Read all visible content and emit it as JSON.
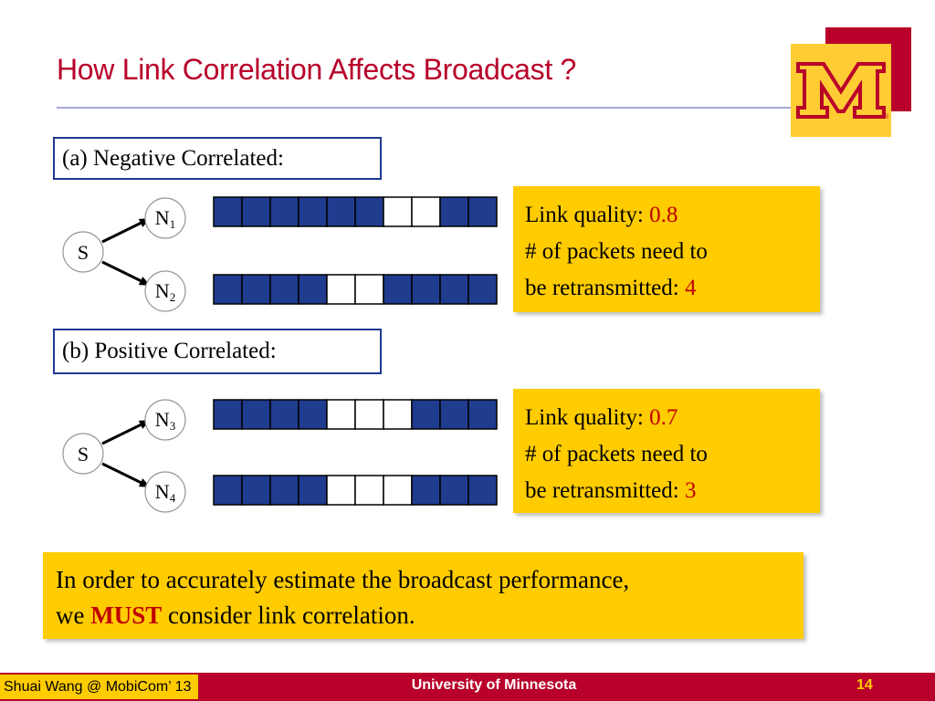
{
  "slide": {
    "title": "How Link Correlation Affects Broadcast ?"
  },
  "logo": {
    "icon": "university-m-logo",
    "colors": {
      "maroon": "#b8002a",
      "gold": "#ffcc33"
    }
  },
  "case_a": {
    "label": "(a) Negative Correlated:",
    "source": "S",
    "nodes": [
      {
        "name": "N",
        "sub": "1",
        "packets": [
          1,
          1,
          1,
          1,
          1,
          1,
          0,
          0,
          1,
          1
        ]
      },
      {
        "name": "N",
        "sub": "2",
        "packets": [
          1,
          1,
          1,
          1,
          0,
          0,
          1,
          1,
          1,
          1
        ]
      }
    ],
    "info": {
      "quality_label": "Link quality: ",
      "quality_value": "0.8",
      "line2": "# of packets need to",
      "line3": "be retransmitted: ",
      "retransmit_value": "4"
    }
  },
  "case_b": {
    "label": "(b) Positive Correlated:",
    "source": "S",
    "nodes": [
      {
        "name": "N",
        "sub": "3",
        "packets": [
          1,
          1,
          1,
          1,
          0,
          0,
          0,
          1,
          1,
          1
        ]
      },
      {
        "name": "N",
        "sub": "4",
        "packets": [
          1,
          1,
          1,
          1,
          0,
          0,
          0,
          1,
          1,
          1
        ]
      }
    ],
    "info": {
      "quality_label": "Link quality: ",
      "quality_value": "0.7",
      "line2": "# of packets need to",
      "line3": "be retransmitted: ",
      "retransmit_value": "3"
    }
  },
  "conclusion": {
    "line1": "In order to accurately estimate the broadcast performance,",
    "we": "we ",
    "must": "MUST",
    "rest": " consider link correlation."
  },
  "footer": {
    "author": "Shuai Wang @ MobiCom’ 13",
    "university": "University of Minnesota",
    "page": "14"
  },
  "colors": {
    "packet_received": "#1f3c8f",
    "packet_lost": "#ffffff",
    "highlight": "#ffcc00",
    "accent_red": "#c00000"
  }
}
